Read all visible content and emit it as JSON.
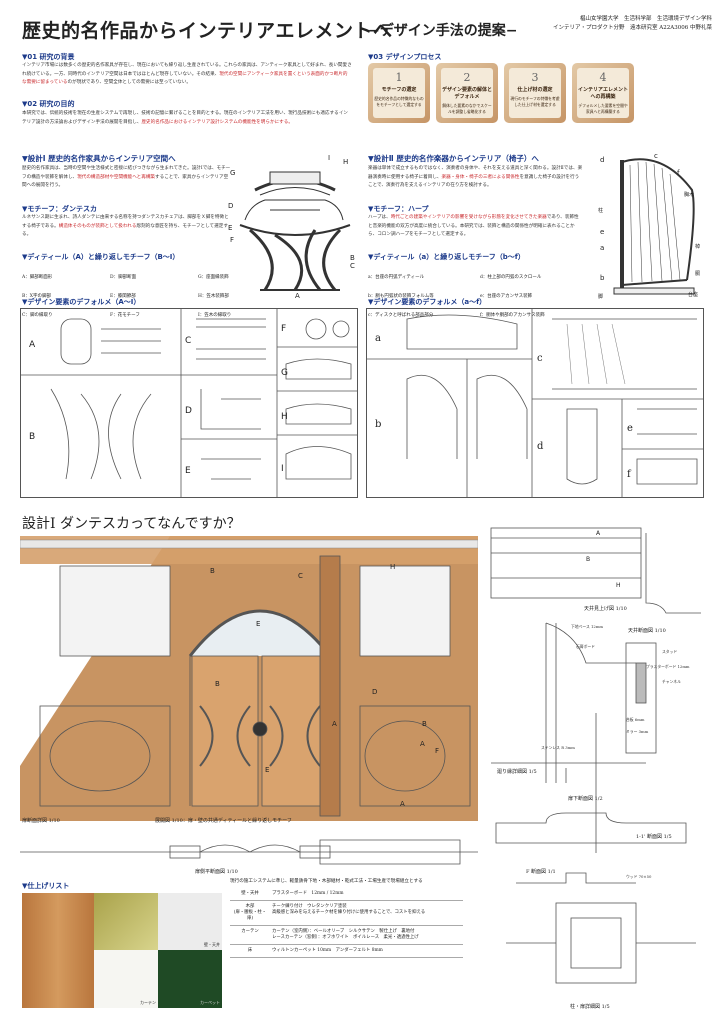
{
  "header": {
    "title": "歴史的名作品からインテリアエレメントへ",
    "subtitle": "−デザイン手法の提案−",
    "author_lines": [
      "椙山女学園大学　生活科学部　生活環境デザイン学科",
      "インテリア・プロダクト分野　遠本研究室 A22A3006 中野礼菜"
    ]
  },
  "sections": {
    "s01": {
      "head": "▼01 研究の背景",
      "text": "インテリア市場には数多くの歴史的名作家具が存在し、現在においても繰り返し生産されている。これらの家具は、アンティーク家具として好まれ、長い間愛され続けている。一方、同時代のインテリア空間は日本ではほとんど現存していない。その結果、",
      "hl": "現代の空間にアンティーク家具を置くという表面的かつ断片的な需要に留まっている",
      "tail": "のが現状であり、空間全体としての需要には至っていない。"
    },
    "s02": {
      "head": "▼02 研究の目的",
      "text": "本研究では、伝統的技術を現在の生産システムで再現し、技術の記憶に繋げることを目的とする。現在のインテリア工法を用い、現行品技術にも適応するインテリア設計の方法論およびデザイン手法の展開を目指し、",
      "hl": "歴史的名作品におけるインテリア設計システムの機能性を明らかにする。"
    },
    "s03": {
      "head": "▼03 デザインプロセス"
    },
    "d1": {
      "head": "▼設計Ⅰ 歴史的名作家具からインテリア空間へ",
      "text": "歴史的名作家具は、当時の空間や生活様式と密接に結びつきながら生まれてきた。設計Ⅰでは、モチーフの構造や装飾を解体し、",
      "hl": "現代の構造部材や空間機能へと再構築",
      "tail": "することで、家具からインテリア空間への展開を行う。"
    },
    "m1": {
      "head": "▼モチーフ：ダンテスカ",
      "text": "ルネサンス期に生まれ、詩人ダンテに由来する名称を持つダンテスカチェアは、脚部をＸ脚を特徴とする椅子である。",
      "hl": "構造体そのものが装飾として扱われる",
      "tail": "彫刻的な意匠を持ち、モチーフとして選定する。"
    },
    "dt1": {
      "head": "▼ディティール（A）と繰り返しモチーフ（B〜I）"
    },
    "d2": {
      "head": "▼設計Ⅱ 歴史的名作楽器からインテリア（椅子）へ",
      "text": "楽器は単体で成立するものではなく、演奏者の身体や、それを支える道具と深く関わる。設計Ⅱでは、楽器演奏時に使用する椅子に着目し、",
      "hl": "楽器・身体・椅子の三者による関係性",
      "tail": "を意識した椅子の設計を行うことで、演奏行為を支えるインテリアの在り方を検討する。"
    },
    "m2": {
      "head": "▼モチーフ：ハープ",
      "text": "ハープは、",
      "hl": "時代ごとの建築やインテリアの影響を受けながら形態を変化させてきた楽器",
      "tail": "であり、装飾性と音楽的機能の双方が高度に統合している。本研究では、装飾と構造の関係性が明確に表れることから、コロン調ハープをモチーフとして選定する。"
    },
    "dt2": {
      "head": "▼ディティール（a）と繰り返しモチーフ（b〜f）"
    },
    "def1": {
      "head": "▼デザイン要素のデフォルメ（A〜I）"
    },
    "def2": {
      "head": "▼デザイン要素のデフォルメ（a〜f）"
    }
  },
  "steps": [
    {
      "num": "1",
      "name": "モチーフの選定",
      "desc": "歴史的名作品の特徴的なものをモチーフとして選定する"
    },
    {
      "num": "2",
      "name": "デザイン要素の解体とデフォルメ",
      "desc": "解体した要素のなかでスケールを調整し省略化する"
    },
    {
      "num": "3",
      "name": "仕上げ材の選定",
      "desc": "現行のモチーフの特徴を考慮した仕上げ材を選定する"
    },
    {
      "num": "4",
      "name": "インテリアエレメントへの再構築",
      "desc": "デフォルメした要素を空間や家具へと再構築する"
    }
  ],
  "motif_list_1": [
    "A：脚部断面形",
    "D：脚部断面",
    "G：座面縁装飾",
    "B：X字の脚部",
    "E：膝関節部",
    "H：笠木装飾部",
    "C：脚の縁取り",
    "F：花モチーフ",
    "I：笠木の縁取り"
  ],
  "motif_list_2": [
    "a：台座の円弧ディティール",
    "d：柱上部の円弧のスクロール",
    "b：胴も円弧状の装飾フォルム等",
    "e：台座のアカンサス装飾",
    "c：ディスクと呼ばれる部品部分",
    "f：胴体や胴部のアカンサス装飾"
  ],
  "chair_labels": [
    "I",
    "H",
    "G",
    "F",
    "E",
    "D",
    "C",
    "B",
    "A"
  ],
  "harp_labels": [
    "d",
    "c",
    "f",
    "胸木",
    "柱",
    "棹",
    "a",
    "胴",
    "台座",
    "脚",
    "b",
    "e"
  ],
  "grid1_labels": [
    "A",
    "B",
    "C",
    "D",
    "E",
    "F",
    "G",
    "H",
    "I"
  ],
  "grid2_labels": [
    "a",
    "b",
    "c",
    "d",
    "e",
    "f"
  ],
  "design1_title": "設計Ⅰ ダンテスカってなんですか？",
  "elev_labels": [
    "B",
    "C",
    "H",
    "E",
    "B",
    "D",
    "A",
    "B",
    "F",
    "E",
    "A",
    "A"
  ],
  "captions": {
    "elev": "展開図 1/10：扉・壁の共通ディティールと繰り返しモチーフ",
    "door_detail": "扉断面詳図 1/10",
    "plan": "扉側平断面図 1/10",
    "ceiling_plan": "天井見上げ図 1/10",
    "ceiling_sec": "天井断面図 1/10",
    "frame": "廻り縁詳細図 1/5",
    "door_bottom": "扉下断面図 1/2",
    "sec_1": "1-1' 断面図 1/5",
    "f_sec": "F 断面図 1/1",
    "col": "柱・扉詳細図 1/5"
  },
  "detail_notes": [
    "下地ベース 12mm",
    "石膏ボード",
    "スタッド",
    "プラスターボード 12mm",
    "チャンネル",
    "合板 6mm",
    "ミラー 3mm",
    "ステンレス R 3mm",
    "ウッド 70×50"
  ],
  "finish": {
    "head": "▼仕上げリスト",
    "swatches": [
      "",
      "壁・天井",
      "カーテン",
      "カーペット"
    ],
    "intro": "現行の施工システムに準じ、軽量鉄骨下地・木部継材・乾式工法・工場生産で現場組立とする",
    "rows": [
      {
        "k": "壁・天井",
        "v": "プラスターボード　12mm / 12mm"
      },
      {
        "k": "木部\n(扉・腰板・柱・扉)",
        "v": "チーク練り付け　ウレタンクリア塗装\n高級感と深みを与えるチーク材を練り付けに使用することで、コストを抑える"
      },
      {
        "k": "カーテン",
        "v": "カーテン（室内側）：ベールオリーブ　シルクサテン　製仕上げ　裏地付\nレースカーテン（窓側）：オフホワイト　ボイルレース　柔光・透過性上げ"
      },
      {
        "k": "床",
        "v": "ウィルトンカーペット 10mm　アンダーフェルト 8mm"
      }
    ]
  }
}
